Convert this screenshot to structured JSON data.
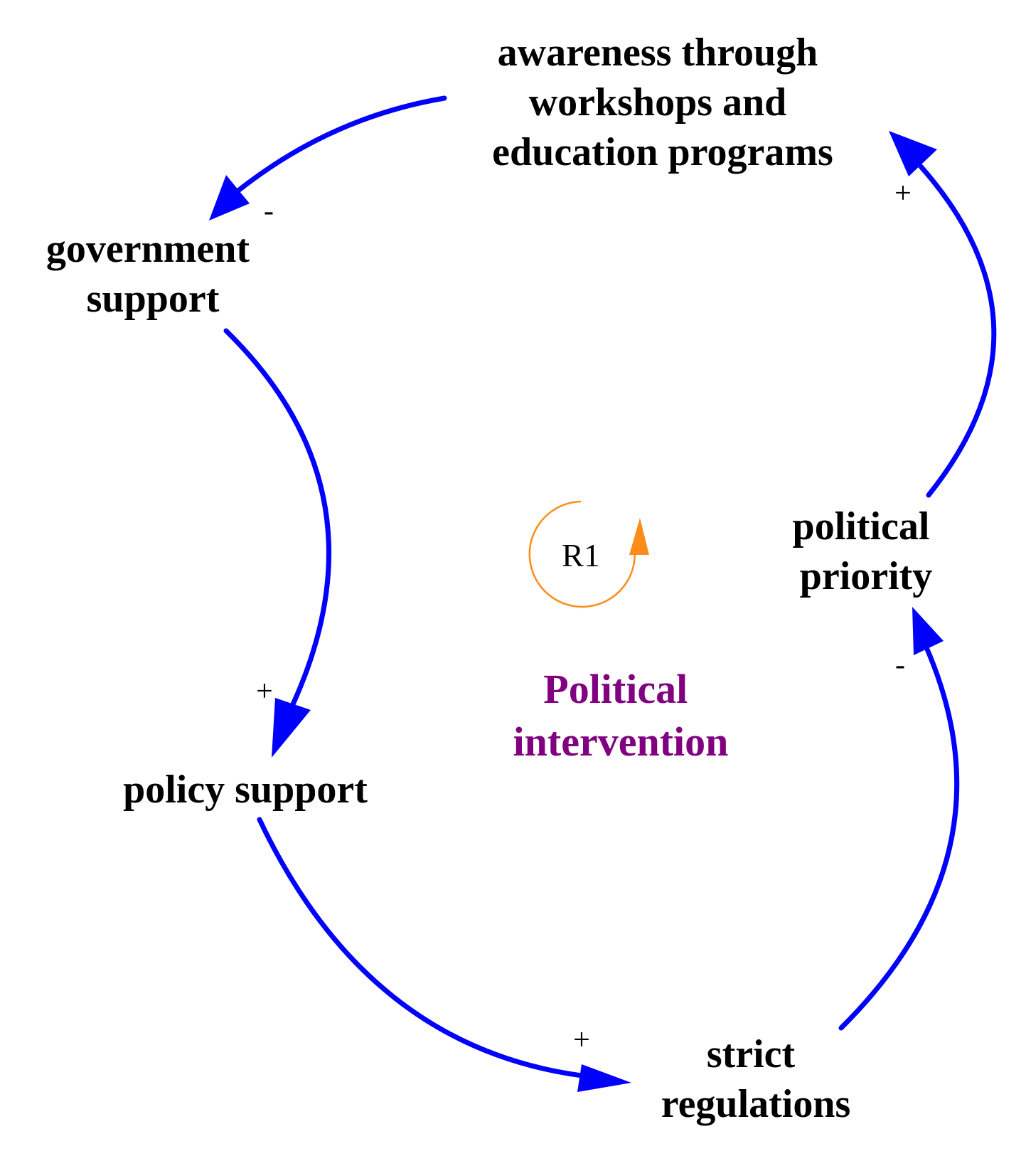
{
  "colors": {
    "link": "#0000ff",
    "loop_marker": "#ff8c1a",
    "loop_name": "#800080",
    "text": "#000000"
  },
  "variables": {
    "awareness": [
      "awareness through",
      "workshops and",
      "education programs"
    ],
    "government_support": [
      "government",
      "support"
    ],
    "policy_support": [
      "policy support"
    ],
    "strict_regulations": [
      "strict",
      "regulations"
    ],
    "political_priority": [
      "political",
      "priority"
    ]
  },
  "links": [
    {
      "from": "awareness through workshops and education programs",
      "to": "government support",
      "polarity": "-"
    },
    {
      "from": "government support",
      "to": "policy support",
      "polarity": "+"
    },
    {
      "from": "policy support",
      "to": "strict regulations",
      "polarity": "+"
    },
    {
      "from": "strict regulations",
      "to": "political priority",
      "polarity": "-"
    },
    {
      "from": "political priority",
      "to": "awareness through workshops and education programs",
      "polarity": "+"
    }
  ],
  "loop": {
    "id": "R1",
    "name": [
      "Political",
      "intervention"
    ]
  }
}
